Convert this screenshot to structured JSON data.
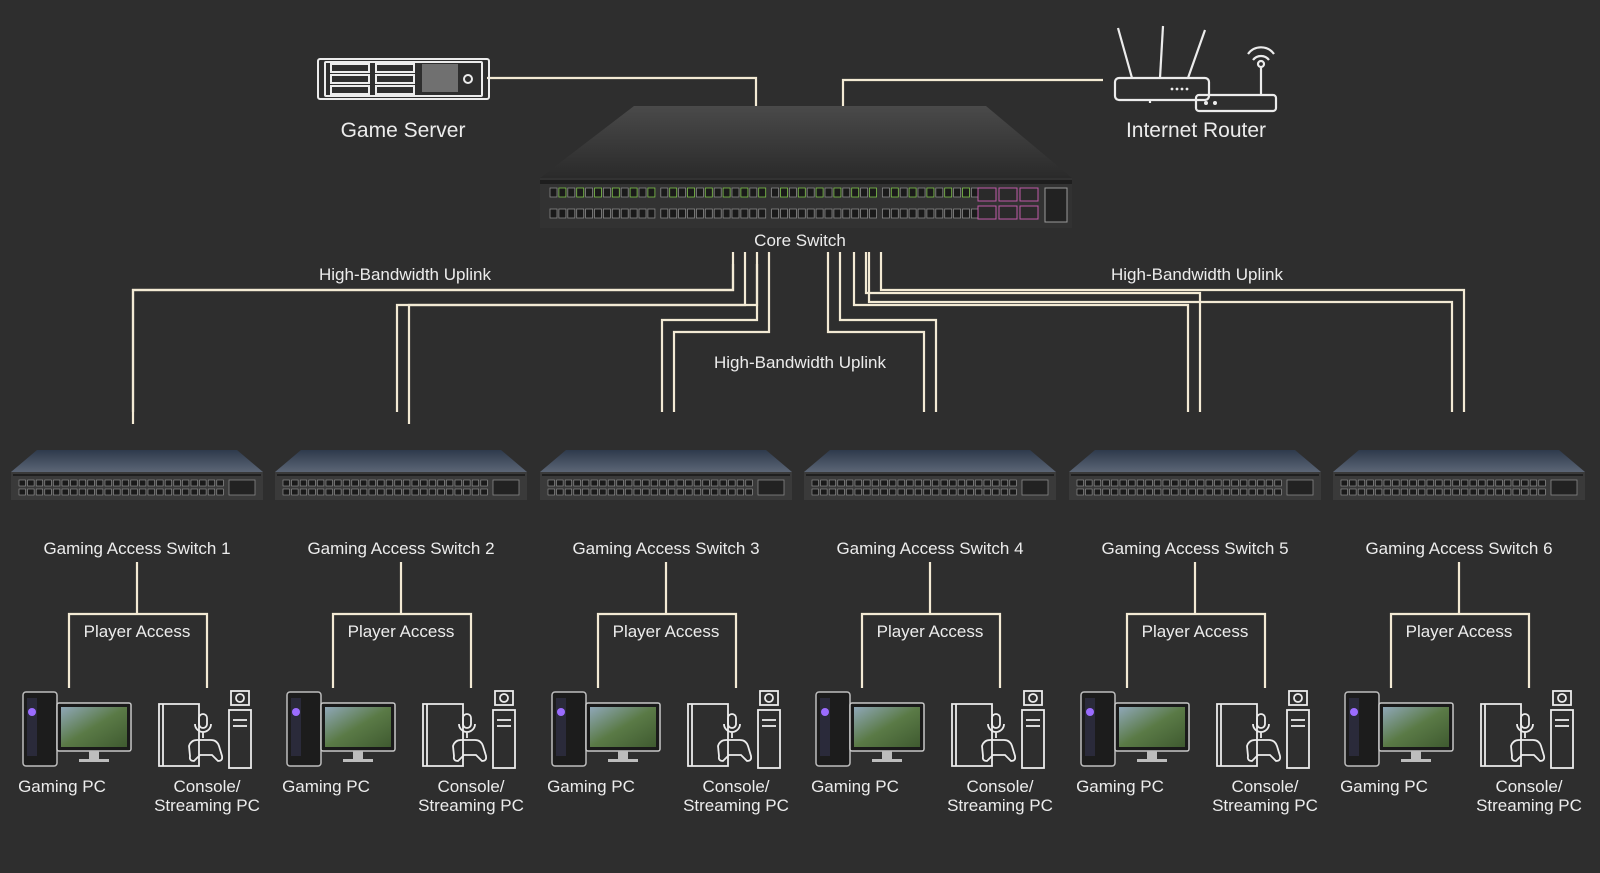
{
  "top": {
    "game_server": "Game Server",
    "internet_router": "Internet Router",
    "core_switch": "Core Switch"
  },
  "uplinks": {
    "left": "High-Bandwidth Uplink",
    "center": "High-Bandwidth Uplink",
    "right": "High-Bandwidth Uplink"
  },
  "groups": [
    {
      "switch": "Gaming Access Switch 1",
      "access": "Player Access",
      "pc": "Gaming PC",
      "console_line1": "Console/",
      "console_line2": "Streaming PC"
    },
    {
      "switch": "Gaming Access Switch 2",
      "access": "Player Access",
      "pc": "Gaming PC",
      "console_line1": "Console/",
      "console_line2": "Streaming PC"
    },
    {
      "switch": "Gaming Access Switch 3",
      "access": "Player Access",
      "pc": "Gaming PC",
      "console_line1": "Console/",
      "console_line2": "Streaming PC"
    },
    {
      "switch": "Gaming Access Switch 4",
      "access": "Player Access",
      "pc": "Gaming PC",
      "console_line1": "Console/",
      "console_line2": "Streaming PC"
    },
    {
      "switch": "Gaming Access Switch 5",
      "access": "Player Access",
      "pc": "Gaming PC",
      "console_line1": "Console/",
      "console_line2": "Streaming PC"
    },
    {
      "switch": "Gaming Access Switch 6",
      "access": "Player Access",
      "pc": "Gaming PC",
      "console_line1": "Console/",
      "console_line2": "Streaming PC"
    }
  ],
  "colors": {
    "background": "#2e2e2e",
    "cable": "#f3ead4",
    "label": "#ececec",
    "switch_body": "#3a3a3a",
    "access_switch_top": "#3b4554",
    "port_green": "#7fc24a",
    "port_pink": "#c05aa8",
    "screen": "#4f7040"
  }
}
